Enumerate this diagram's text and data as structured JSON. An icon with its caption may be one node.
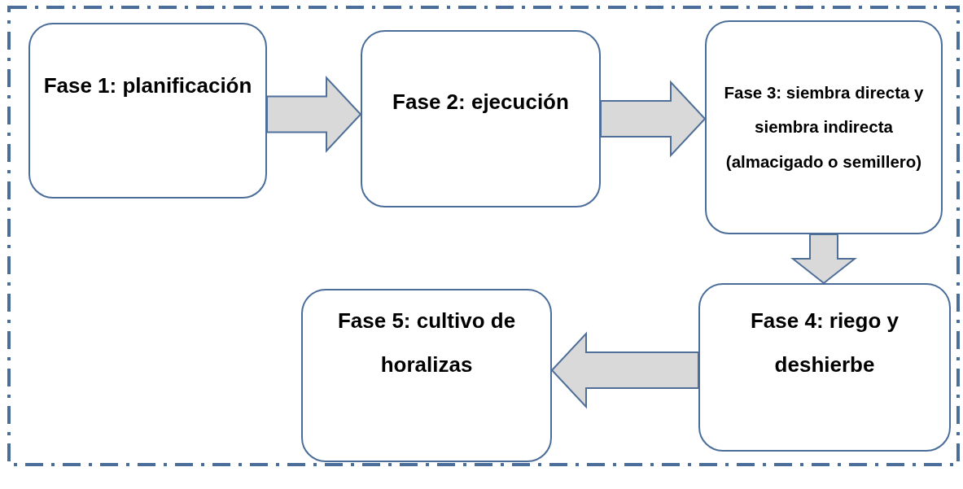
{
  "diagram": {
    "nodes": [
      {
        "text": [
          "Fase 1: planificación"
        ]
      },
      {
        "text": [
          "Fase 2: ejecución"
        ]
      },
      {
        "text": [
          "Fase 3: siembra directa y siembra indirecta (almacigado o semillero)"
        ]
      },
      {
        "text": [
          "Fase 4:  riego y deshierbe"
        ]
      },
      {
        "text": [
          "Fase 5:  cultivo de horalizas"
        ]
      }
    ],
    "edges": [
      {
        "from": 0,
        "to": 1,
        "arrow": "to"
      },
      {
        "from": 1,
        "to": 2,
        "arrow": "to"
      },
      {
        "from": 2,
        "to": 3,
        "arrow": "to"
      },
      {
        "from": 3,
        "to": 4,
        "arrow": "to"
      }
    ]
  }
}
